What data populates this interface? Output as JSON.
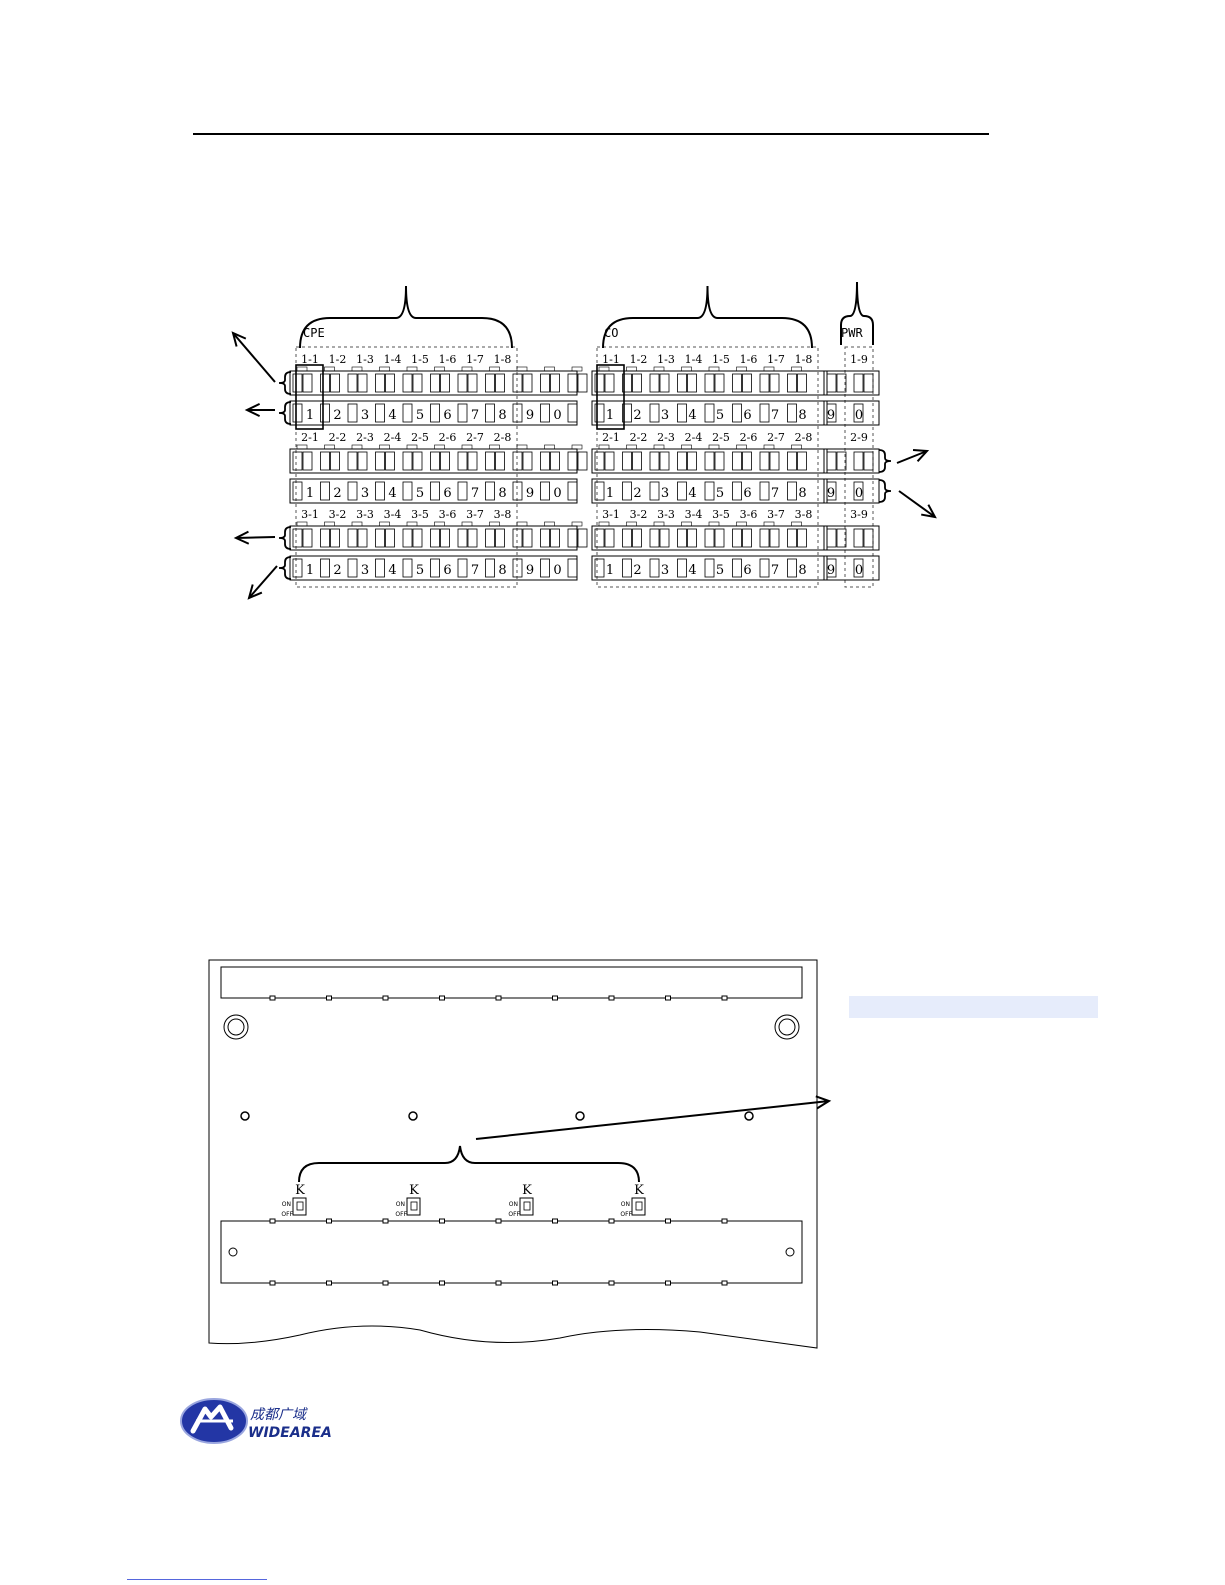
{
  "diagram": {
    "groups": [
      {
        "id": "cpe",
        "label": "CPE"
      },
      {
        "id": "co",
        "label": "CO"
      },
      {
        "id": "pwr",
        "label": "PWR"
      }
    ],
    "rows": [
      {
        "prefix": "1",
        "ports": [
          "1-1",
          "1-2",
          "1-3",
          "1-4",
          "1-5",
          "1-6",
          "1-7",
          "1-8"
        ],
        "pwr": "1-9"
      },
      {
        "prefix": "2",
        "ports": [
          "2-1",
          "2-2",
          "2-3",
          "2-4",
          "2-5",
          "2-6",
          "2-7",
          "2-8"
        ],
        "pwr": "2-9"
      },
      {
        "prefix": "3",
        "ports": [
          "3-1",
          "3-2",
          "3-3",
          "3-4",
          "3-5",
          "3-6",
          "3-7",
          "3-8"
        ],
        "pwr": "3-9"
      }
    ],
    "block_numbers": [
      "1",
      "2",
      "3",
      "4",
      "5",
      "6",
      "7",
      "8",
      "9",
      "0"
    ]
  },
  "panel": {
    "switch_label": "K",
    "on_label": "ON",
    "off_label": "OFF",
    "switch_count": 4
  },
  "logo": {
    "chinese": "成都广域",
    "english": "WIDEAREA"
  }
}
